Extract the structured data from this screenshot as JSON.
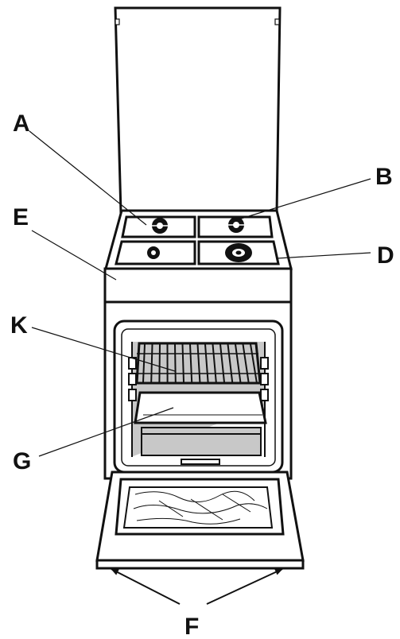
{
  "labels": {
    "A": "A",
    "B": "B",
    "D": "D",
    "E": "E",
    "K": "K",
    "G": "G",
    "F": "F"
  }
}
